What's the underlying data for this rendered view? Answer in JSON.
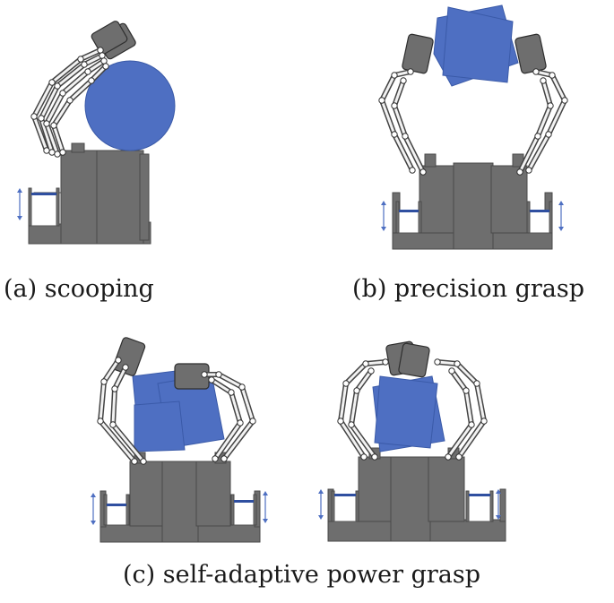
{
  "captions": {
    "a": "(a) scooping",
    "b": "(b) precision grasp",
    "c": "(c) self-adaptive power grasp"
  },
  "colors": {
    "object": "#4e6fc2",
    "body": "#6e6e6e",
    "body_dark": "#4a4a4a",
    "link_outline": "#444444",
    "joint": "#ffffff",
    "arrow": "#4e6fc2",
    "fluid": "#2f4fa0"
  }
}
